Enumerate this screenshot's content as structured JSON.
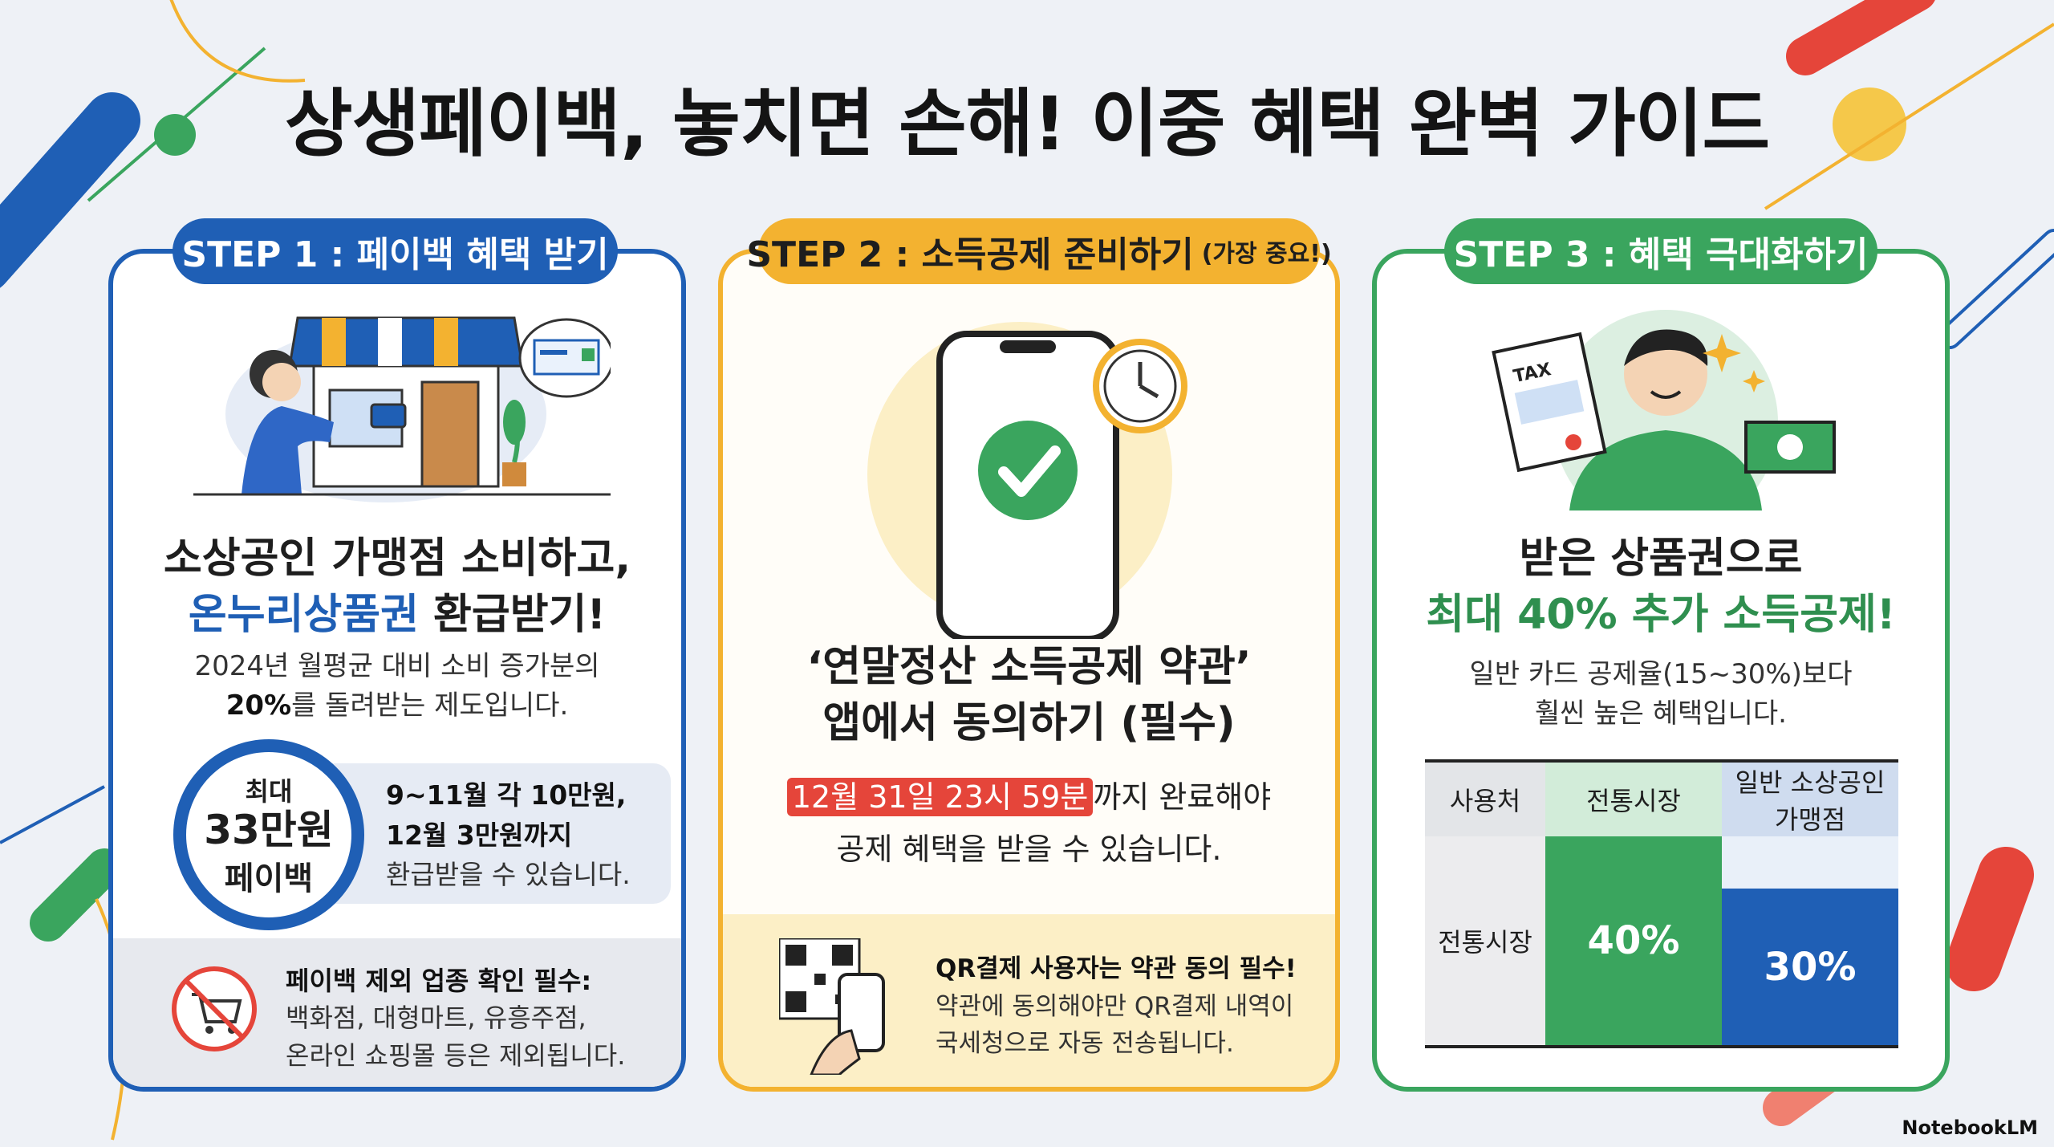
{
  "title": "상생페이백, 놓치면 손해! 이중 혜택 완벽 가이드",
  "brand": "NotebookLM",
  "colors": {
    "blue": "#1f5fb5",
    "yellow": "#f3b230",
    "green": "#3aa55e",
    "red": "#e5453a"
  },
  "step1": {
    "label": "STEP 1 : 페이백 혜택 받기",
    "heading_line1": "소상공인 가맹점 소비하고,",
    "heading_line2_accent": "온누리상품권",
    "heading_line2_rest": " 환급받기!",
    "desc_line1": "2024년 월평균 대비 소비 증가분의",
    "desc_line2_bold": "20%",
    "desc_line2_rest": "를 돌려받는 제도입니다.",
    "badge_top": "최대",
    "badge_amount": "33만원",
    "badge_bottom": "페이백",
    "schedule_line1": "9~11월 각 10만원,",
    "schedule_line2": "12월 3만원까지",
    "schedule_line3": "환급받을 수 있습니다.",
    "exclude_title": "페이백 제외 업종 확인 필수:",
    "exclude_line1": "백화점, 대형마트, 유흥주점,",
    "exclude_line2": "온라인 쇼핑몰 등은 제외됩니다.",
    "icons": [
      "shop-icon",
      "credit-card-icon",
      "gift-card-icon",
      "no-cart-icon"
    ]
  },
  "step2": {
    "label": "STEP 2 : 소득공제 준비하기",
    "label_note": "(가장 중요!)",
    "heading_line1": "‘연말정산 소득공제 약관’",
    "heading_line2": "앱에서 동의하기 (필수)",
    "deadline": "12월 31일 23시 59분",
    "deadline_rest": "까지 완료해야",
    "body_line2": "공제 혜택을 받을 수 있습니다.",
    "qr_title": "QR결제 사용자는 약관 동의 필수!",
    "qr_line1": "약관에 동의해야만 QR결제 내역이",
    "qr_line2": "국세청으로 자동 전송됩니다.",
    "icons": [
      "smartphone-icon",
      "check-icon",
      "clock-icon",
      "qr-code-icon"
    ]
  },
  "step3": {
    "label": "STEP 3 : 혜택 극대화하기",
    "heading_line1": "받은 상품권으로",
    "heading_line2": "최대 40% 추가 소득공제!",
    "desc_line1": "일반 카드 공제율(15~30%)보다",
    "desc_line2": "훨씬 높은 혜택입니다.",
    "table": {
      "col_header_label": "사용처",
      "col1": "전통시장",
      "col2_line1": "일반 소상공인",
      "col2_line2": "가맹점",
      "row_label": "전통시장",
      "val1": "40%",
      "val2": "30%",
      "val1_num": 40,
      "val2_num": 30
    },
    "icons": [
      "tax-document-icon",
      "cash-icon",
      "sparkle-icon",
      "person-icon"
    ]
  }
}
